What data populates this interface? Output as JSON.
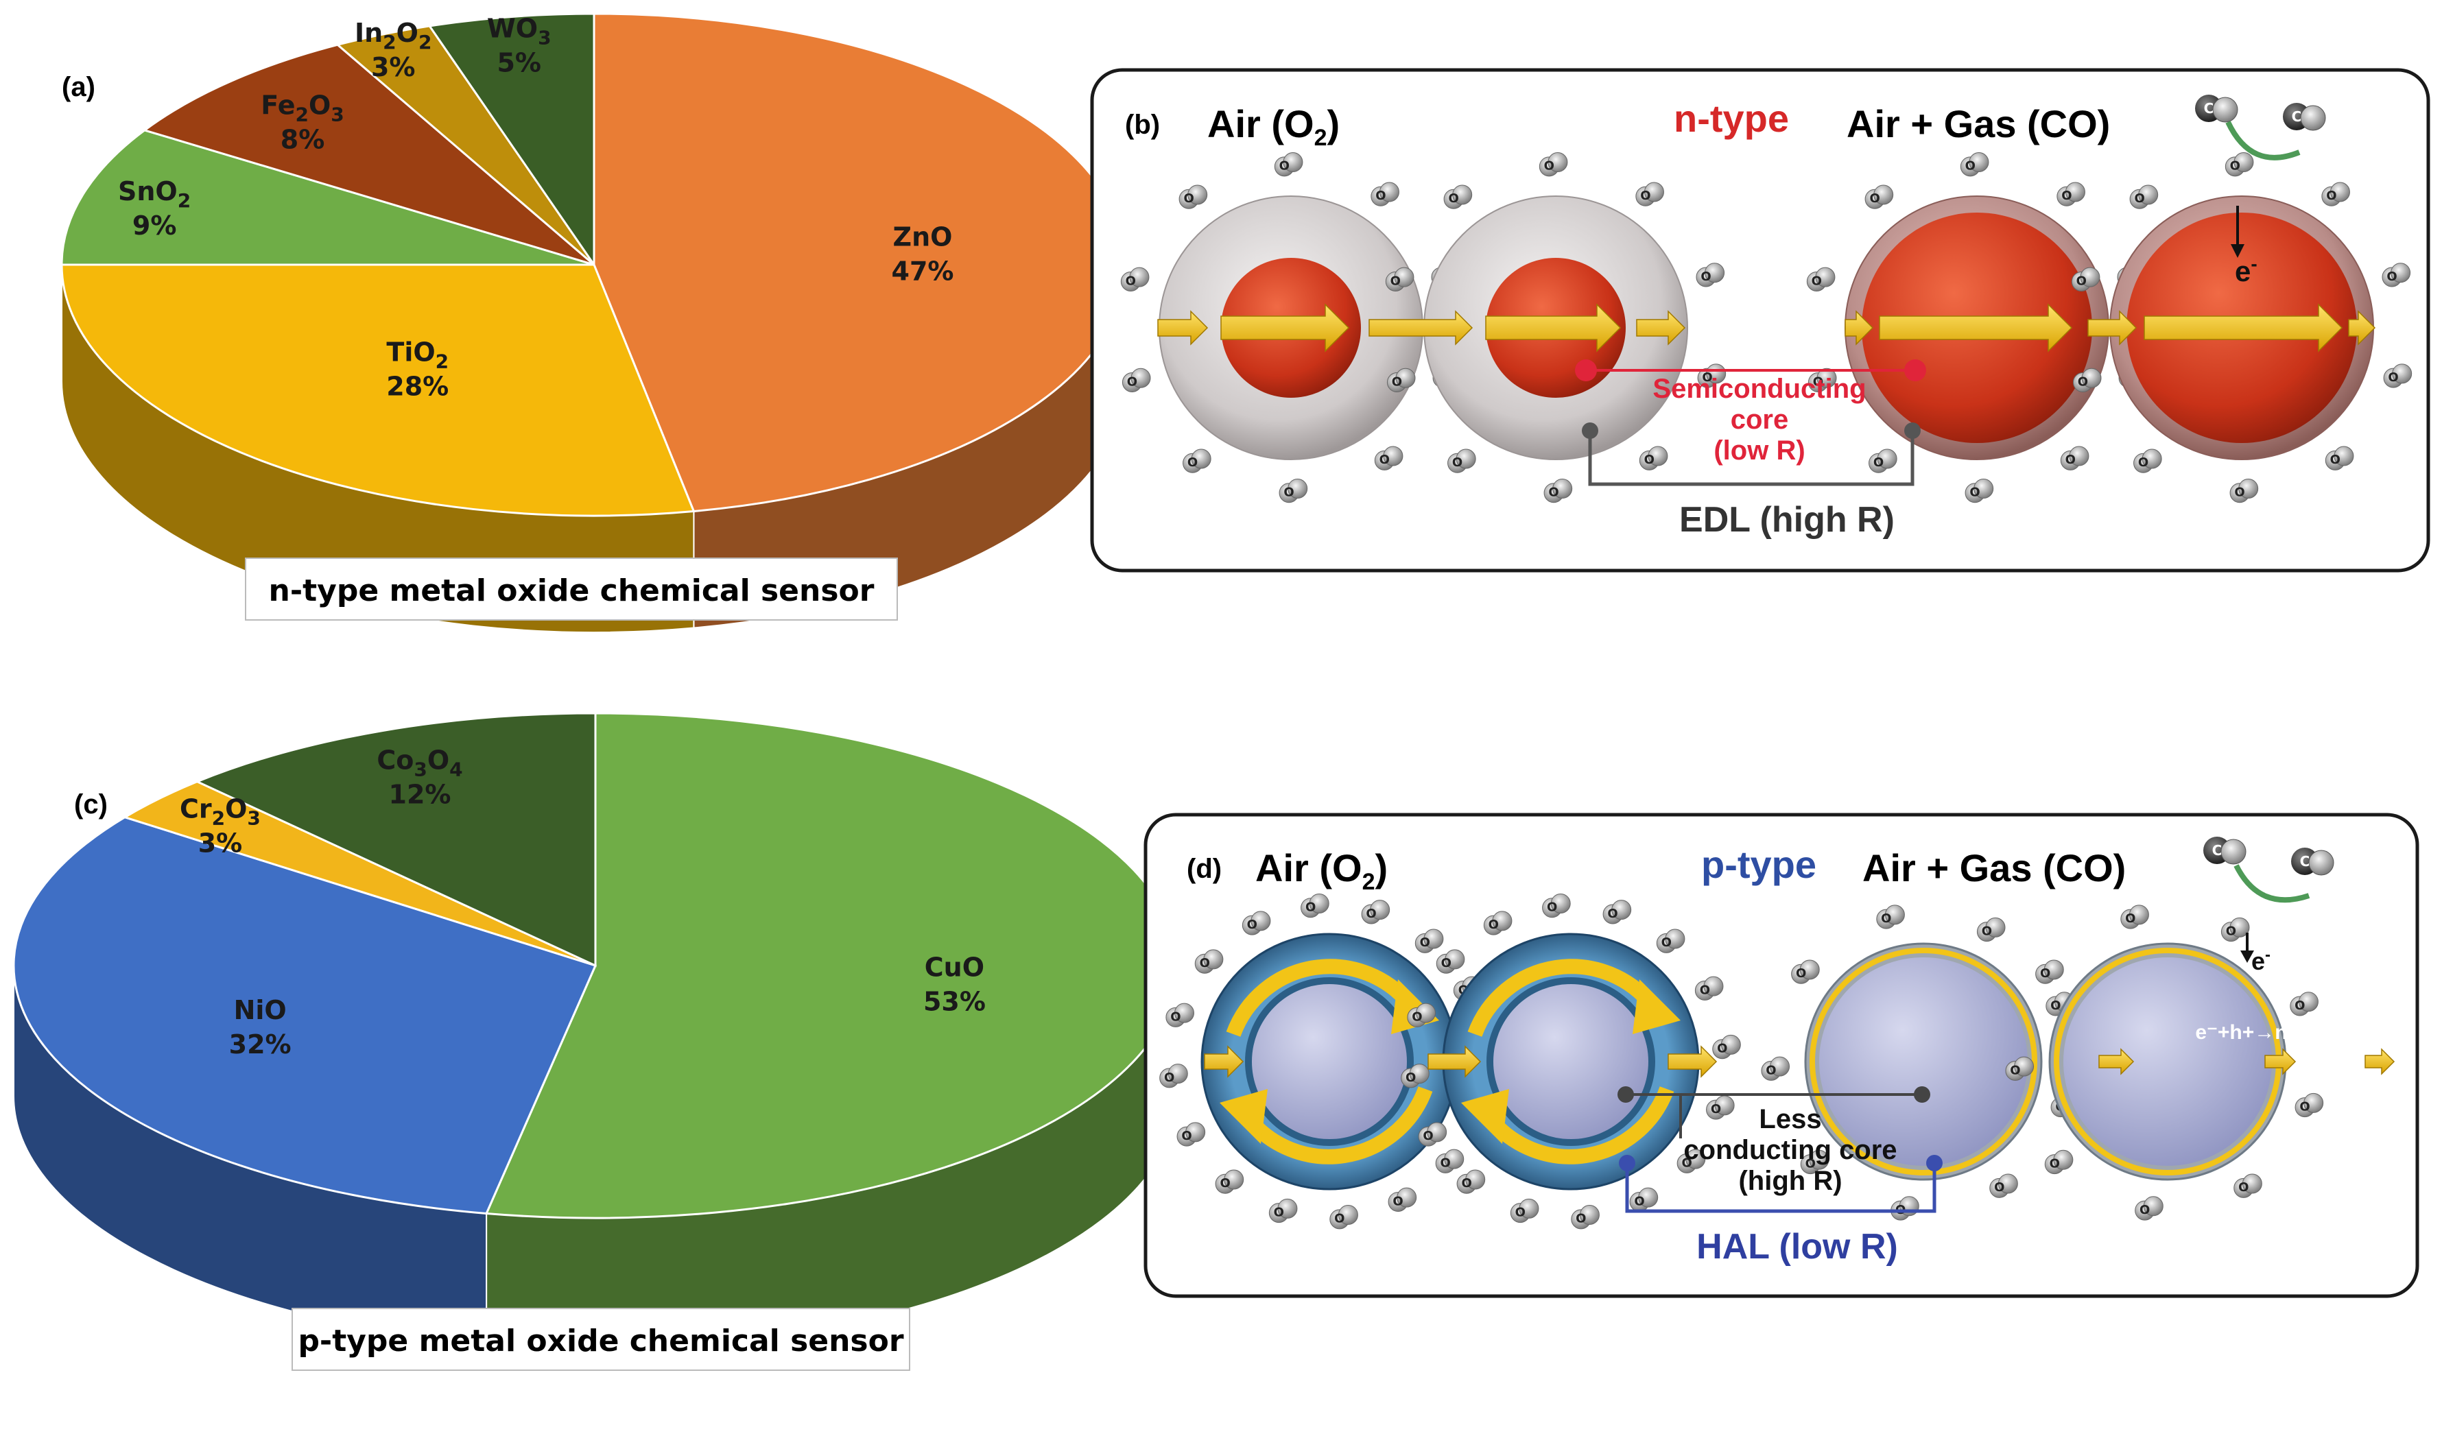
{
  "chart_data": [
    {
      "type": "pie",
      "panel": "(a)",
      "title": "n-type metal oxide chemical sensor",
      "categories": [
        "ZnO",
        "TiO2",
        "SnO2",
        "Fe2O3",
        "In2O2",
        "WO3"
      ],
      "values": [
        47,
        28,
        9,
        8,
        3,
        5
      ],
      "value_labels": [
        "47%",
        "28%",
        "9%",
        "8%",
        "3%",
        "5%"
      ],
      "colors": [
        "#E97D35",
        "#F5B80A",
        "#6FAD47",
        "#9B3F12",
        "#BE8E0B",
        "#3A5E26"
      ]
    },
    {
      "type": "pie",
      "panel": "(c)",
      "title": "p-type metal oxide chemical  sensor",
      "categories": [
        "CuO",
        "NiO",
        "Cr2O3",
        "Co3O4"
      ],
      "values": [
        53,
        32,
        3,
        12
      ],
      "value_labels": [
        "53%",
        "32%",
        "3%",
        "12%"
      ],
      "colors": [
        "#70AD47",
        "#3F6FC5",
        "#F2B51A",
        "#3B5E28"
      ]
    }
  ],
  "diagram_b": {
    "panel": "(b)",
    "left_label": "Air (O",
    "left_label_sub": "2",
    "left_label_end": ")",
    "type_label": "n-type",
    "right_label": "Air + Gas (CO)",
    "core_label_1": "Semiconducting",
    "core_label_2": "core",
    "core_label_3": "(low R)",
    "layer_label": "EDL (high R)",
    "electron": "e",
    "electron_sup": "-",
    "molecule_symbol": "O",
    "gas_symbol": "C",
    "colors": {
      "core": "#D7401F",
      "type_label": "#D62828",
      "core_label": "#E0243A",
      "shell": "#C9C4C4",
      "arrow": "#F2C417"
    }
  },
  "diagram_d": {
    "panel": "(d)",
    "left_label": "Air (O",
    "left_label_sub": "2",
    "left_label_end": ")",
    "type_label": "p-type",
    "right_label": "Air + Gas (CO)",
    "core_label_1": "Less",
    "core_label_2": "conducting core",
    "core_label_3": "(high R)",
    "layer_label": "HAL (low R)",
    "electron": "e",
    "electron_sup": "-",
    "recombination": "e⁻+h+→null",
    "molecule_symbol": "O",
    "gas_symbol": "C",
    "colors": {
      "core": "#A9ACD0",
      "type_label": "#2E4EA3",
      "layer_label": "#2F3FA0",
      "ring": "#2B5E86",
      "arrow": "#F2C417"
    }
  }
}
